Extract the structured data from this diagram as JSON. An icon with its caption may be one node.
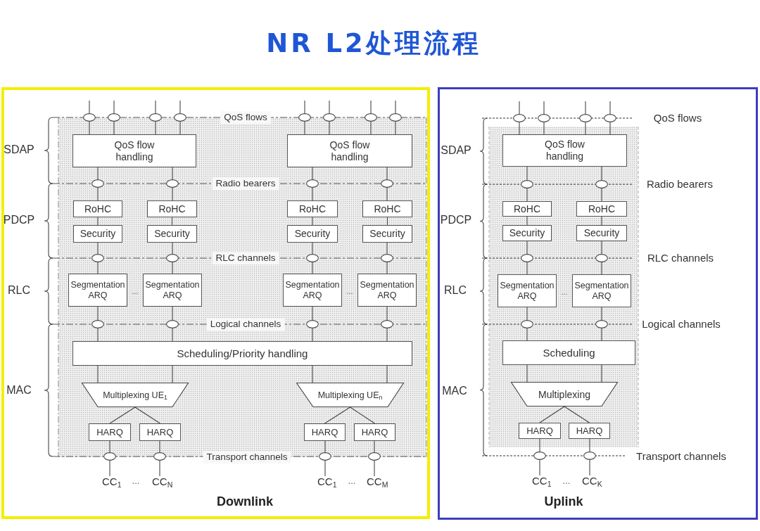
{
  "diagram": {
    "title": "NR L2处理流程",
    "nodes": [
      {
        "text": [
          "Downlink"
        ]
      },
      {
        "text": [],
        "shape": "ellipse",
        "in": 0
      },
      {
        "text": [],
        "shape": "ellipse",
        "in": 0
      },
      {
        "text": [],
        "shape": "ellipse",
        "in": 0
      },
      {
        "text": [],
        "shape": "ellipse",
        "in": 0
      },
      {
        "text": [],
        "shape": "ellipse",
        "in": 0
      },
      {
        "text": [],
        "shape": "ellipse",
        "in": 0
      },
      {
        "text": [],
        "shape": "ellipse",
        "in": 0
      },
      {
        "text": [],
        "shape": "ellipse",
        "in": 0
      },
      {
        "text": [
          "QoS flow handling"
        ],
        "in": 0
      },
      {
        "text": [
          "QoS flow handling"
        ],
        "in": 0
      },
      {
        "text": [],
        "shape": "ellipse",
        "in": 0
      },
      {
        "text": [],
        "shape": "ellipse",
        "in": 0
      },
      {
        "text": [],
        "shape": "ellipse",
        "in": 0
      },
      {
        "text": [],
        "shape": "ellipse",
        "in": 0
      },
      {
        "text": [
          "RoHC"
        ],
        "in": 0
      },
      {
        "text": [
          "RoHC"
        ],
        "in": 0
      },
      {
        "text": [
          "RoHC"
        ],
        "in": 0
      },
      {
        "text": [
          "RoHC"
        ],
        "in": 0
      },
      {
        "text": [
          "Security"
        ],
        "in": 0
      },
      {
        "text": [
          "Security"
        ],
        "in": 0
      },
      {
        "text": [
          "Security"
        ],
        "in": 0
      },
      {
        "text": [
          "Security"
        ],
        "in": 0
      },
      {
        "text": [],
        "shape": "ellipse",
        "in": 0
      },
      {
        "text": [],
        "shape": "ellipse",
        "in": 0
      },
      {
        "text": [],
        "shape": "ellipse",
        "in": 0
      },
      {
        "text": [],
        "shape": "ellipse",
        "in": 0
      },
      {
        "text": [
          "Segmentation ARQ"
        ],
        "in": 0
      },
      {
        "text": [
          "Segmentation ARQ"
        ],
        "in": 0
      },
      {
        "text": [
          "Segmentation ARQ"
        ],
        "in": 0
      },
      {
        "text": [
          "Segmentation ARQ"
        ],
        "in": 0
      },
      {
        "text": [],
        "shape": "ellipse",
        "in": 0
      },
      {
        "text": [],
        "shape": "ellipse",
        "in": 0
      },
      {
        "text": [],
        "shape": "ellipse",
        "in": 0
      },
      {
        "text": [],
        "shape": "ellipse",
        "in": 0
      },
      {
        "text": [
          "Scheduling/Priority handling"
        ],
        "in": 0
      },
      {
        "text": [
          "Multiplexing UE$_{1}$"
        ],
        "in": 0
      },
      {
        "text": [
          "Multiplexing UE$_{n}$"
        ],
        "in": 0
      },
      {
        "text": [
          "HARQ"
        ],
        "in": 0
      },
      {
        "text": [
          "HARQ"
        ],
        "in": 0
      },
      {
        "text": [
          "HARQ"
        ],
        "in": 0
      },
      {
        "text": [
          "HARQ"
        ],
        "in": 0
      },
      {
        "text": [],
        "shape": "ellipse",
        "in": 0
      },
      {
        "text": [],
        "shape": "ellipse",
        "in": 0
      },
      {
        "text": [],
        "shape": "ellipse",
        "in": 0
      },
      {
        "text": [],
        "shape": "ellipse",
        "in": 0
      },
      {
        "text": [
          "CC$_{1}$"
        ],
        "in": 0
      },
      {
        "text": [
          "CC$_{N}$"
        ],
        "in": 0
      },
      {
        "text": [
          "CC$_{1}$"
        ],
        "in": 0
      },
      {
        "text": [
          "CC$_{M}$"
        ],
        "in": 0
      },
      {
        "text": [
          "Uplink"
        ]
      },
      {
        "text": [],
        "shape": "ellipse",
        "in": 50
      },
      {
        "text": [],
        "shape": "ellipse",
        "in": 50
      },
      {
        "text": [],
        "shape": "ellipse",
        "in": 50
      },
      {
        "text": [],
        "shape": "ellipse",
        "in": 50
      },
      {
        "text": [
          "QoS flow handling"
        ],
        "in": 50
      },
      {
        "text": [],
        "shape": "ellipse",
        "in": 50
      },
      {
        "text": [],
        "shape": "ellipse",
        "in": 50
      },
      {
        "text": [
          "RoHC"
        ],
        "in": 50
      },
      {
        "text": [
          "RoHC"
        ],
        "in": 50
      },
      {
        "text": [
          "Security"
        ],
        "in": 50
      },
      {
        "text": [
          "Security"
        ],
        "in": 50
      },
      {
        "text": [],
        "shape": "ellipse",
        "in": 50
      },
      {
        "text": [],
        "shape": "ellipse",
        "in": 50
      },
      {
        "text": [
          "Segmentation ARQ"
        ],
        "in": 50
      },
      {
        "text": [
          "Segmentation ARQ"
        ],
        "in": 50
      },
      {
        "text": [],
        "shape": "ellipse",
        "in": 50
      },
      {
        "text": [],
        "shape": "ellipse",
        "in": 50
      },
      {
        "text": [
          "Scheduling"
        ],
        "in": 50
      },
      {
        "text": [
          "Multiplexing"
        ],
        "in": 50
      },
      {
        "text": [
          "HARQ"
        ],
        "in": 50
      },
      {
        "text": [
          "HARQ"
        ],
        "in": 50
      },
      {
        "text": [],
        "shape": "ellipse",
        "in": 50
      },
      {
        "text": [],
        "shape": "ellipse",
        "in": 50
      },
      {
        "text": [
          "CC$_{1}$"
        ],
        "in": 50
      },
      {
        "text": [
          "CC$_{K}$"
        ],
        "in": 50
      }
    ],
    "edges": [
      {
        "from": null,
        "to": 1,
        "arrow": "none"
      },
      {
        "from": null,
        "to": 2,
        "arrow": "none"
      },
      {
        "from": null,
        "to": 3,
        "arrow": "none"
      },
      {
        "from": null,
        "to": 4,
        "arrow": "none"
      },
      {
        "from": null,
        "to": 5,
        "arrow": "none"
      },
      {
        "from": null,
        "to": 6,
        "arrow": "none"
      },
      {
        "from": null,
        "to": 7,
        "arrow": "none"
      },
      {
        "from": null,
        "to": 8,
        "arrow": "none"
      },
      {
        "from": 1,
        "to": 9,
        "arrow": "none"
      },
      {
        "from": 2,
        "to": 9,
        "arrow": "none"
      },
      {
        "from": 3,
        "to": 9,
        "arrow": "none"
      },
      {
        "from": 4,
        "to": 9,
        "arrow": "none"
      },
      {
        "from": 5,
        "to": 10,
        "arrow": "none"
      },
      {
        "from": 6,
        "to": 10,
        "arrow": "none"
      },
      {
        "from": 7,
        "to": 10,
        "arrow": "none"
      },
      {
        "from": 8,
        "to": 10,
        "arrow": "none"
      },
      {
        "from": 9,
        "to": 11,
        "arrow": "none"
      },
      {
        "from": 9,
        "to": 12,
        "arrow": "none"
      },
      {
        "from": 10,
        "to": 13,
        "arrow": "none"
      },
      {
        "from": 10,
        "to": 14,
        "arrow": "none"
      },
      {
        "from": 11,
        "to": 15,
        "arrow": "none"
      },
      {
        "from": 12,
        "to": 16,
        "arrow": "none"
      },
      {
        "from": 13,
        "to": 17,
        "arrow": "none"
      },
      {
        "from": 14,
        "to": 18,
        "arrow": "none"
      },
      {
        "from": 15,
        "to": 19,
        "arrow": "none"
      },
      {
        "from": 16,
        "to": 20,
        "arrow": "none"
      },
      {
        "from": 17,
        "to": 21,
        "arrow": "none"
      },
      {
        "from": 18,
        "to": 22,
        "arrow": "none"
      },
      {
        "from": 19,
        "to": 23,
        "arrow": "none"
      },
      {
        "from": 20,
        "to": 24,
        "arrow": "none"
      },
      {
        "from": 21,
        "to": 25,
        "arrow": "none"
      },
      {
        "from": 22,
        "to": 26,
        "arrow": "none"
      },
      {
        "from": 23,
        "to": 27,
        "arrow": "none"
      },
      {
        "from": 24,
        "to": 28,
        "arrow": "none"
      },
      {
        "from": 25,
        "to": 29,
        "arrow": "none"
      },
      {
        "from": 26,
        "to": 30,
        "arrow": "none"
      },
      {
        "from": 27,
        "to": 31,
        "arrow": "none"
      },
      {
        "from": 28,
        "to": 32,
        "arrow": "none"
      },
      {
        "from": 29,
        "to": 33,
        "arrow": "none"
      },
      {
        "from": 30,
        "to": 34,
        "arrow": "none"
      },
      {
        "from": 31,
        "to": 35,
        "arrow": "none"
      },
      {
        "from": 32,
        "to": 35,
        "arrow": "none"
      },
      {
        "from": 33,
        "to": 35,
        "arrow": "none"
      },
      {
        "from": 34,
        "to": 35,
        "arrow": "none"
      },
      {
        "from": 35,
        "to": 36,
        "arrow": "none"
      },
      {
        "from": 35,
        "to": 36,
        "arrow": "none"
      },
      {
        "from": 35,
        "to": 37,
        "arrow": "none"
      },
      {
        "from": 35,
        "to": 37,
        "arrow": "none"
      },
      {
        "from": 36,
        "to": 38,
        "arrow": "none"
      },
      {
        "from": 36,
        "to": 39,
        "arrow": "none"
      },
      {
        "from": 37,
        "to": 40,
        "arrow": "none"
      },
      {
        "from": 37,
        "to": 41,
        "arrow": "none"
      },
      {
        "from": 38,
        "to": 42,
        "arrow": "none"
      },
      {
        "from": 39,
        "to": 43,
        "arrow": "none"
      },
      {
        "from": 40,
        "to": 44,
        "arrow": "none"
      },
      {
        "from": 41,
        "to": 45,
        "arrow": "none"
      },
      {
        "from": 42,
        "to": 46,
        "arrow": "none"
      },
      {
        "from": 43,
        "to": 47,
        "arrow": "none"
      },
      {
        "from": 44,
        "to": 48,
        "arrow": "none"
      },
      {
        "from": 45,
        "to": 49,
        "arrow": "none"
      },
      {
        "from": null,
        "to": 51,
        "arrow": "none"
      },
      {
        "from": null,
        "to": 52,
        "arrow": "none"
      },
      {
        "from": null,
        "to": 53,
        "arrow": "none"
      },
      {
        "from": null,
        "to": 54,
        "arrow": "none"
      },
      {
        "from": 51,
        "to": 55,
        "arrow": "none"
      },
      {
        "from": 52,
        "to": 55,
        "arrow": "none"
      },
      {
        "from": 53,
        "to": 55,
        "arrow": "none"
      },
      {
        "from": 54,
        "to": 55,
        "arrow": "none"
      },
      {
        "from": 55,
        "to": 56,
        "arrow": "none"
      },
      {
        "from": 55,
        "to": 57,
        "arrow": "none"
      },
      {
        "from": 56,
        "to": 58,
        "arrow": "none"
      },
      {
        "from": 57,
        "to": 59,
        "arrow": "none"
      },
      {
        "from": 58,
        "to": 60,
        "arrow": "none"
      },
      {
        "from": 59,
        "to": 61,
        "arrow": "none"
      },
      {
        "from": 60,
        "to": 62,
        "arrow": "none"
      },
      {
        "from": 61,
        "to": 63,
        "arrow": "none"
      },
      {
        "from": 62,
        "to": 64,
        "arrow": "none"
      },
      {
        "from": 63,
        "to": 65,
        "arrow": "none"
      },
      {
        "from": 64,
        "to": 66,
        "arrow": "none"
      },
      {
        "from": 65,
        "to": 67,
        "arrow": "none"
      },
      {
        "from": 66,
        "to": 68,
        "arrow": "none"
      },
      {
        "from": 67,
        "to": 68,
        "arrow": "none"
      },
      {
        "from": 68,
        "to": 69,
        "arrow": "none"
      },
      {
        "from": 68,
        "to": 69,
        "arrow": "none"
      },
      {
        "from": 69,
        "to": 70,
        "arrow": "none"
      },
      {
        "from": 69,
        "to": 71,
        "arrow": "none"
      },
      {
        "from": 70,
        "to": 72,
        "arrow": "none"
      },
      {
        "from": 71,
        "to": 73,
        "arrow": "none"
      },
      {
        "from": 72,
        "to": 74,
        "arrow": "none"
      },
      {
        "from": 73,
        "to": 75,
        "arrow": "none"
      }
    ],
    "labels": [
      "QoS flows",
      "SDAP",
      "Radio bearers",
      "PDCP",
      "RLC channels",
      "RLC",
      "...",
      "...",
      "Logical channels",
      "MAC",
      "Transport channels",
      "...",
      "...",
      "QoS flows",
      "SDAP",
      "Radio bearers",
      "PDCP",
      "RLC channels",
      "RLC",
      "...",
      "Logical channels",
      "MAC",
      "Transport channels",
      "..."
    ]
  }
}
